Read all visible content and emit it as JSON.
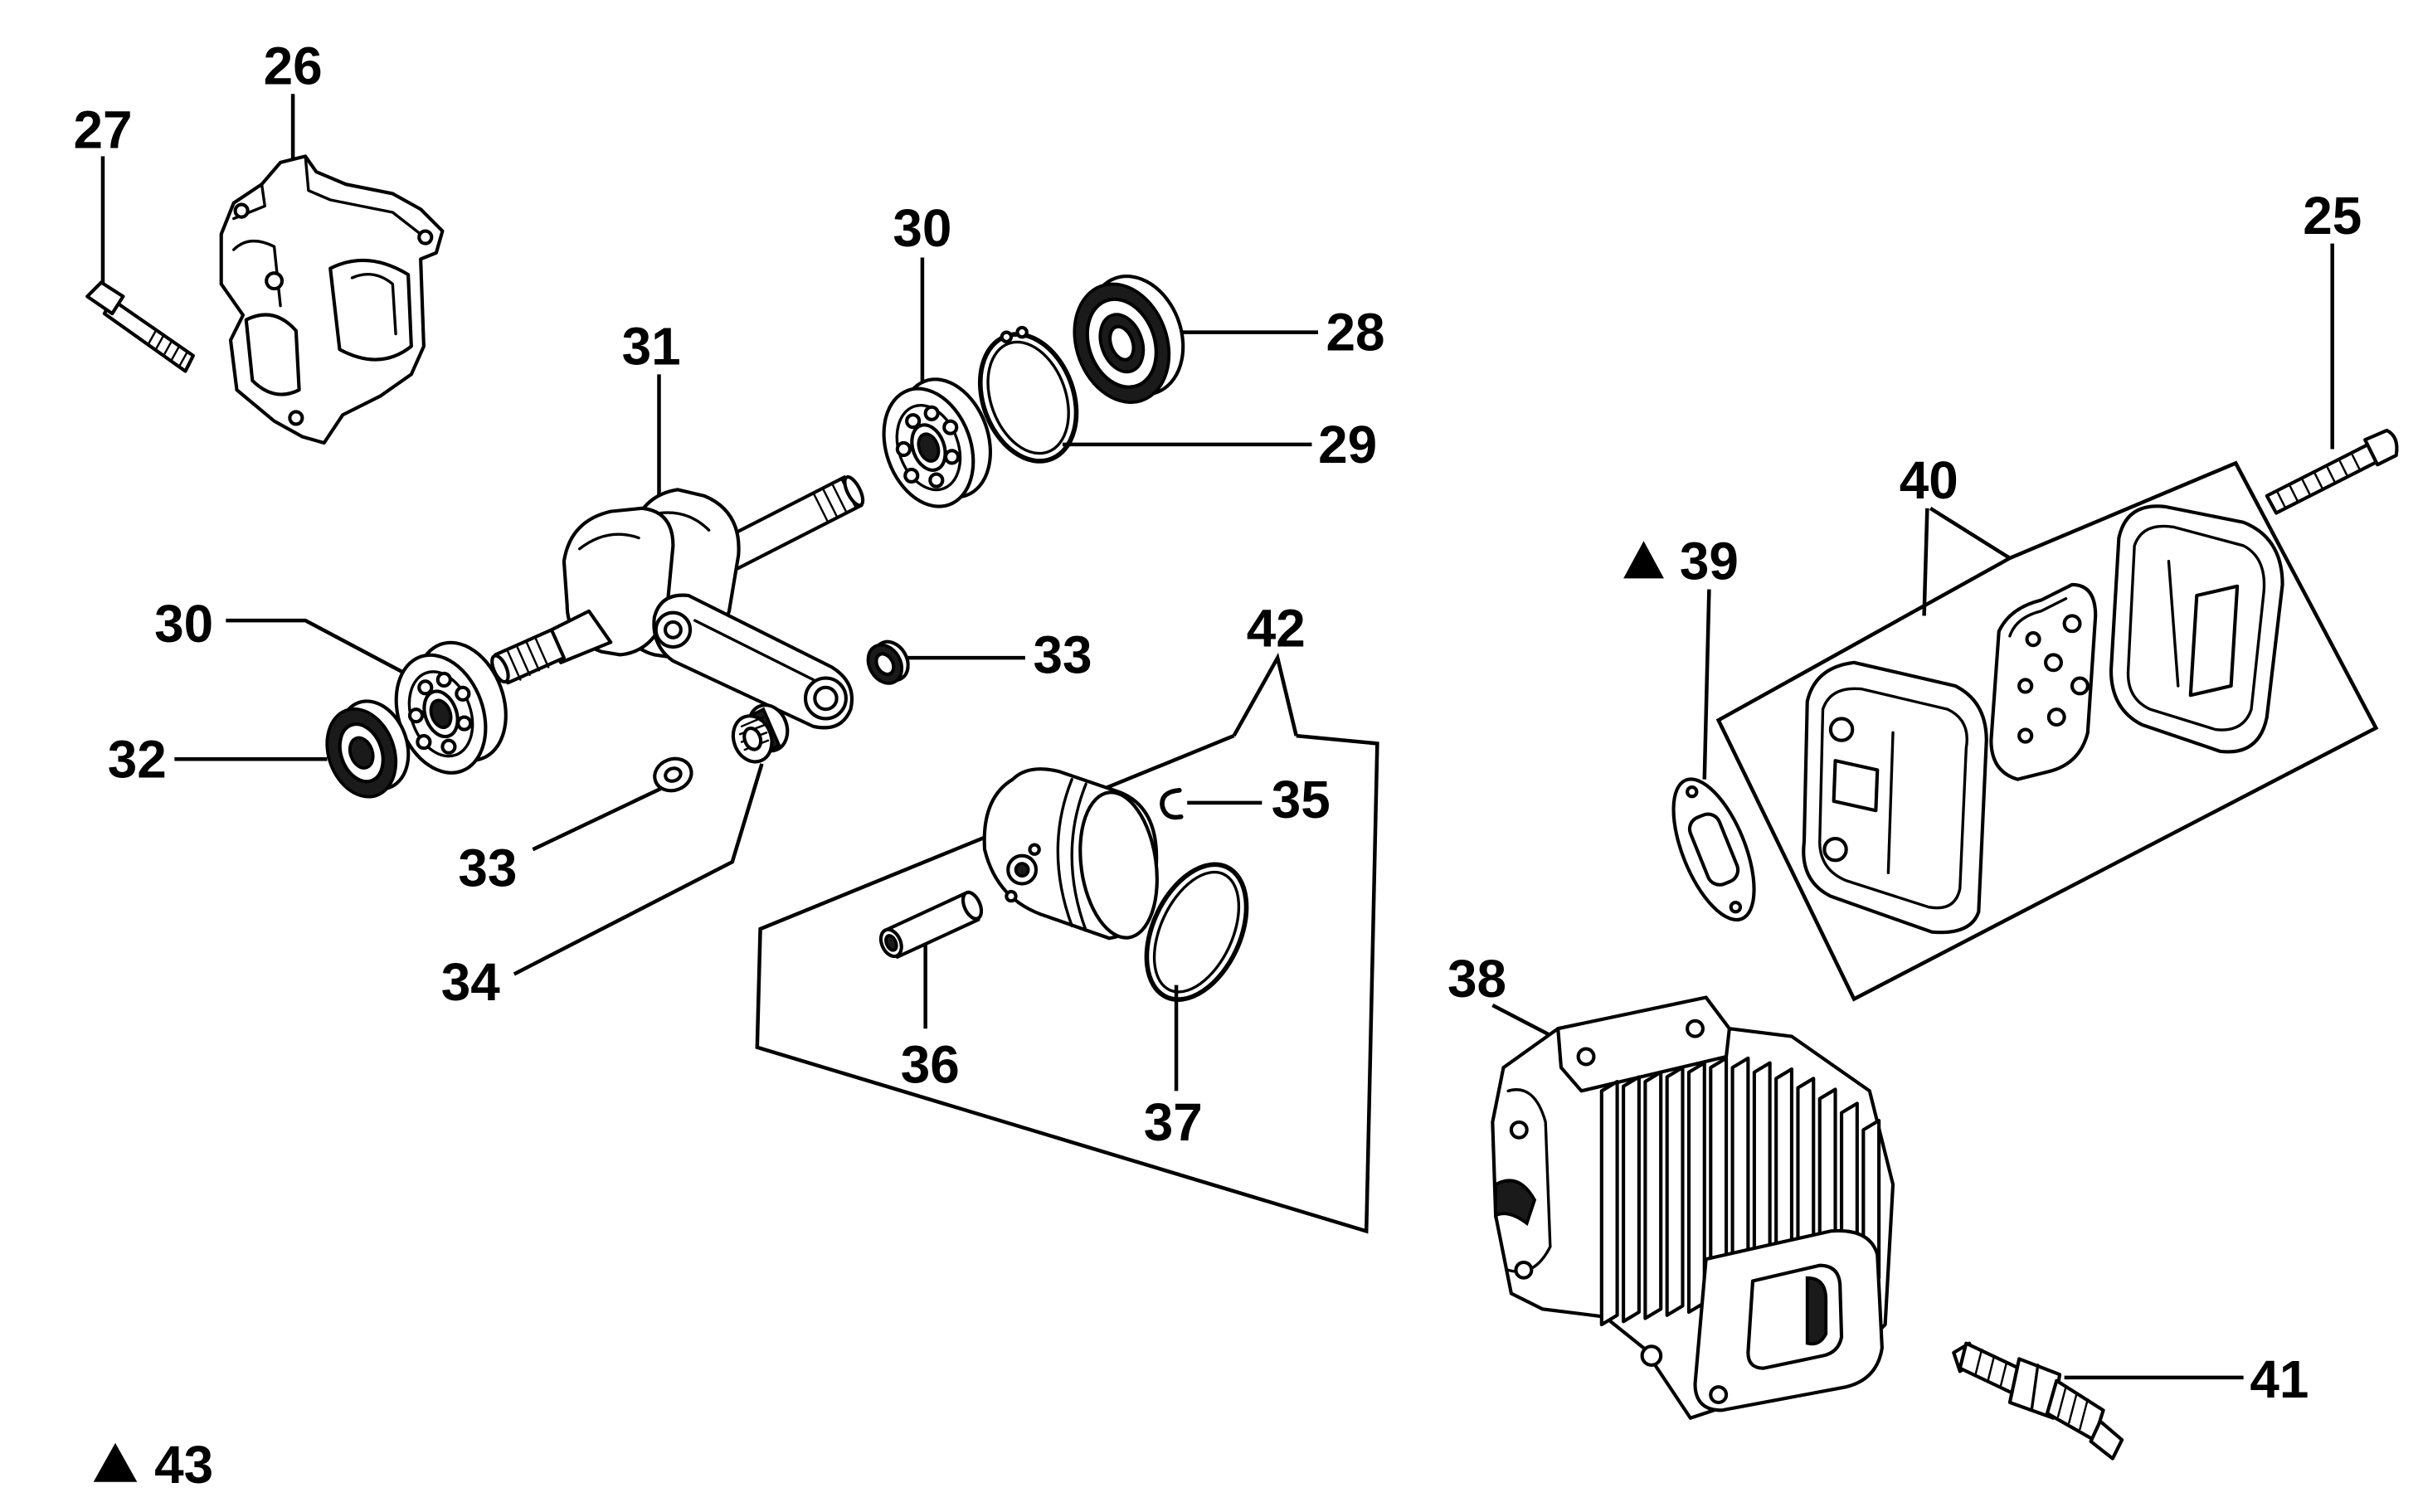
{
  "colors": {
    "ink": "#000000",
    "paper": "#ffffff",
    "fill_dark": "#1a1a1a"
  },
  "callouts": [
    {
      "label": "26"
    },
    {
      "label": "27"
    },
    {
      "label": "30"
    },
    {
      "label": "31"
    },
    {
      "label": "28"
    },
    {
      "label": "29"
    },
    {
      "label": "25"
    },
    {
      "label": "40"
    },
    {
      "label": "39",
      "marker_icon": "triangle-icon"
    },
    {
      "label": "30"
    },
    {
      "label": "42"
    },
    {
      "label": "33"
    },
    {
      "label": "32"
    },
    {
      "label": "35"
    },
    {
      "label": "33"
    },
    {
      "label": "34"
    },
    {
      "label": "38"
    },
    {
      "label": "36"
    },
    {
      "label": "37"
    },
    {
      "label": "41"
    },
    {
      "label": "43",
      "marker_icon": "triangle-icon"
    }
  ]
}
